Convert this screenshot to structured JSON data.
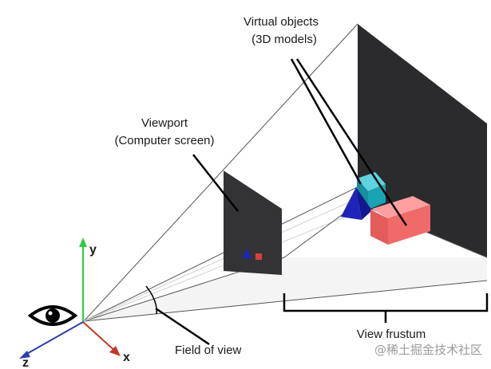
{
  "diagram": {
    "labels": {
      "virtual_objects_line1": "Virtual objects",
      "virtual_objects_line2": "(3D models)",
      "viewport_line1": "Viewport",
      "viewport_line2": "(Computer screen)",
      "field_of_view": "Field of view",
      "view_frustum": "View frustum"
    },
    "axes": {
      "x": "x",
      "y": "y",
      "z": "z"
    },
    "colors": {
      "axis_x": "#c0392b",
      "axis_y": "#2ecc40",
      "axis_z": "#2f3fb0",
      "viewport_plane": "#333336",
      "far_plane": "#2b2b2e",
      "cube": "#f06a6a",
      "cube_top": "#ff9f9f",
      "teal_cube": "#1aa3b3",
      "pyramid": "#1f24b8"
    },
    "icons": {
      "eye": "eye-icon"
    }
  },
  "watermark": "@稀土掘金技术社区"
}
